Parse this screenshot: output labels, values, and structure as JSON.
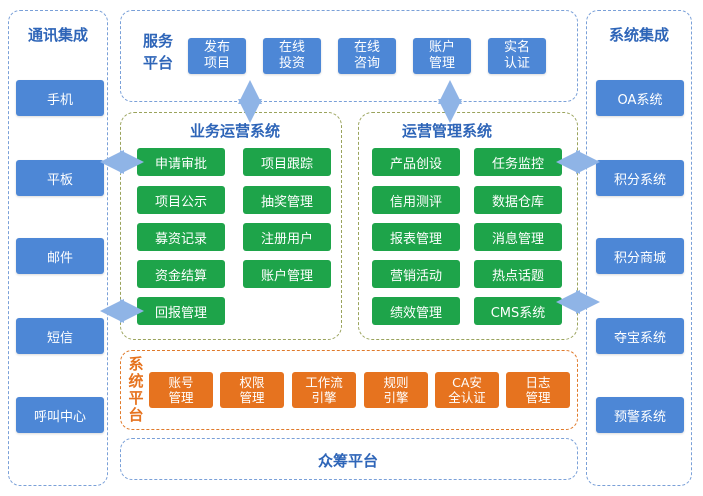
{
  "comm": {
    "title": "通讯集成",
    "items": [
      "手机",
      "平板",
      "邮件",
      "短信",
      "呼叫中心"
    ]
  },
  "sysint": {
    "title": "系统集成",
    "items": [
      "OA系统",
      "积分系统",
      "积分商城",
      "夺宝系统",
      "预警系统"
    ]
  },
  "service": {
    "title": "服务\n平台",
    "items": [
      "发布\n项目",
      "在线\n投资",
      "在线\n咨询",
      "账户\n管理",
      "实名\n认证"
    ]
  },
  "business": {
    "title": "业务运营系统",
    "items": [
      "申请审批",
      "项目跟踪",
      "项目公示",
      "抽奖管理",
      "募资记录",
      "注册用户",
      "资金结算",
      "账户管理",
      "回报管理"
    ]
  },
  "ops": {
    "title": "运营管理系统",
    "items": [
      "产品创设",
      "任务监控",
      "信用测评",
      "数据仓库",
      "报表管理",
      "消息管理",
      "营销活动",
      "热点话题",
      "绩效管理",
      "CMS系统"
    ]
  },
  "platform": {
    "title": "系\n统\n平\n台",
    "items": [
      "账号\n管理",
      "权限\n管理",
      "工作流\n引擎",
      "规则\n引擎",
      "CA安\n全认证",
      "日志\n管理"
    ]
  },
  "footer": {
    "title": "众筹平台"
  },
  "colors": {
    "blue": "#4d87d6",
    "green": "#1ea44a",
    "orange": "#e6731f",
    "title_blue": "#2e65b8",
    "arrow": "#8fb4e6"
  }
}
